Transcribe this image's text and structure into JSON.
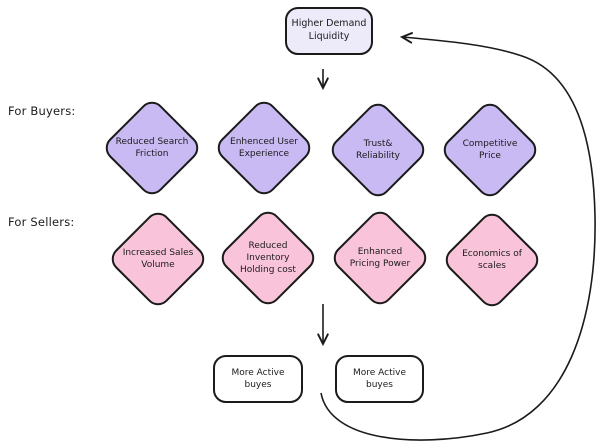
{
  "diagram": {
    "title_box": {
      "label": "Higher Demand Liquidity"
    },
    "row_labels": {
      "buyers": "For Buyers:",
      "sellers": "For Sellers:"
    },
    "buyers": [
      {
        "label": "Reduced Search Friction"
      },
      {
        "label": "Enhenced User Experience"
      },
      {
        "label": "Trust& Reliability"
      },
      {
        "label": "Competitive Price"
      }
    ],
    "sellers": [
      {
        "label": "Increased Sales Volume"
      },
      {
        "label": "Reduced Inventory Holding cost"
      },
      {
        "label": "Enhanced Pricing Power"
      },
      {
        "label": "Economics of scales"
      }
    ],
    "outcomes": [
      {
        "label": "More Active buyes"
      },
      {
        "label": "More Active buyes"
      }
    ],
    "arrows": [
      {
        "name": "title-to-buyers",
        "direction": "down"
      },
      {
        "name": "sellers-to-outcomes",
        "direction": "down"
      },
      {
        "name": "feedback-loop",
        "direction": "bottom-right-to-title"
      }
    ],
    "colors": {
      "buyer_diamond_fill": "#c9baf3",
      "seller_diamond_fill": "#f9c4d9",
      "title_box_fill": "#edeafa",
      "outcome_box_fill": "#ffffff",
      "stroke": "#1b1b1b"
    }
  }
}
